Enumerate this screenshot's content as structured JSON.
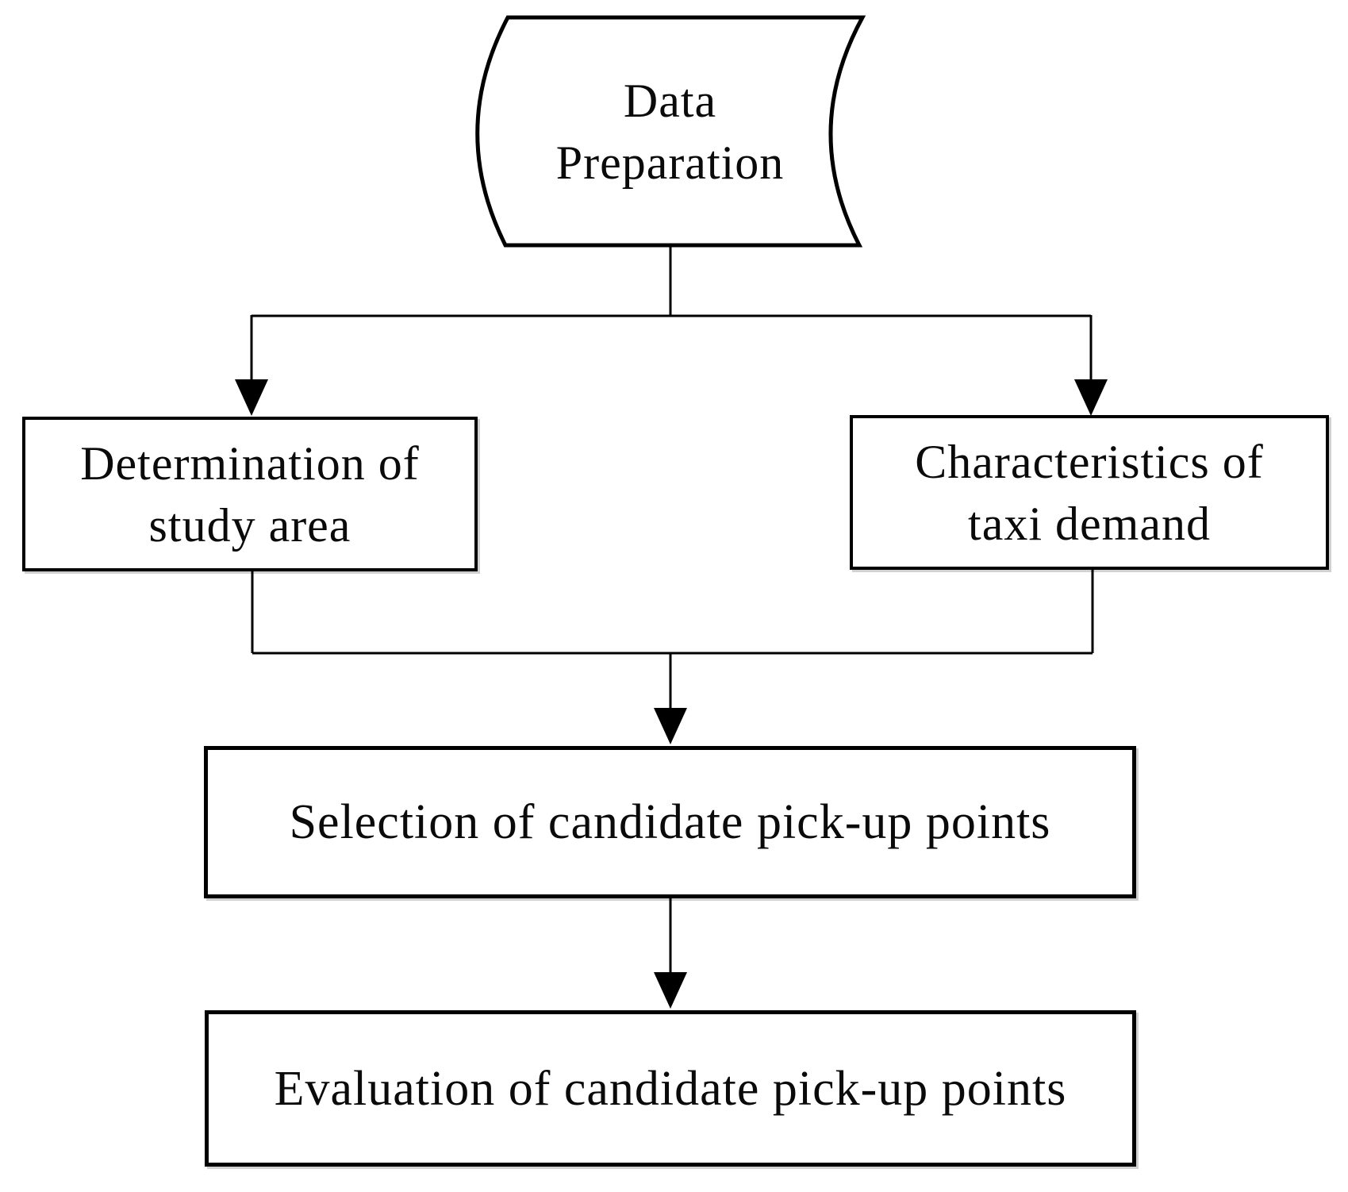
{
  "diagram": {
    "type": "flowchart",
    "colors": {
      "stroke": "#000000",
      "background": "#ffffff",
      "text": "#0a0a0a"
    },
    "nodes": {
      "data_preparation": {
        "shape": "stored-data",
        "line1": "Data",
        "line2": "Preparation"
      },
      "determination": {
        "shape": "process-rectangle",
        "line1": "Determination of",
        "line2": "study area"
      },
      "characteristics": {
        "shape": "process-rectangle",
        "line1": "Characteristics of",
        "line2": "taxi demand"
      },
      "selection": {
        "shape": "process-rectangle",
        "label": "Selection of candidate pick-up points"
      },
      "evaluation": {
        "shape": "process-rectangle",
        "label": "Evaluation of candidate pick-up points"
      }
    },
    "edges": [
      {
        "from": "data_preparation",
        "to": "determination",
        "arrow": true
      },
      {
        "from": "data_preparation",
        "to": "characteristics",
        "arrow": true
      },
      {
        "from": "determination",
        "to": "selection",
        "arrow": true
      },
      {
        "from": "characteristics",
        "to": "selection",
        "arrow": true
      },
      {
        "from": "selection",
        "to": "evaluation",
        "arrow": true
      }
    ]
  }
}
